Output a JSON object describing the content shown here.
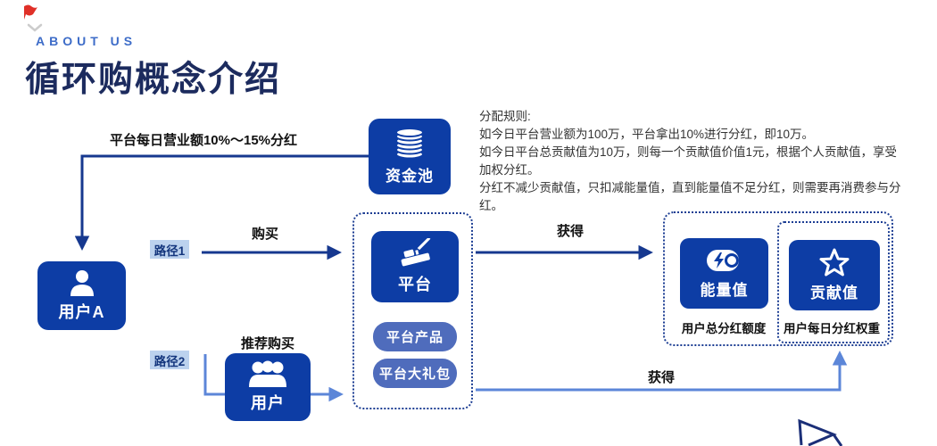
{
  "header": {
    "eyebrow": "ABOUT US",
    "title": "循环购概念介绍"
  },
  "rules": {
    "lines": [
      "分配规则:",
      "如今日平台营业额为100万，平台拿出10%进行分红，即10万。",
      "如今日平台总贡献值为10万，则每一个贡献值价值1元，根据个人贡献值，享受加权分红。",
      "分红不减少贡献值，只扣减能量值，直到能量值不足分红，则需要再消费参与分红。"
    ]
  },
  "nodes": {
    "fund_pool": "资金池",
    "user_a": "用户A",
    "platform": "平台",
    "platform_product": "平台产品",
    "platform_gift_pack": "平台大礼包",
    "users": "用户",
    "energy_value": "能量值",
    "contribution_value": "贡献值"
  },
  "edges": {
    "dividend": "平台每日营业额10%～15%分红",
    "path1": "路径1",
    "path2": "路径2",
    "buy": "购买",
    "referral_buy": "推荐购买",
    "gain_top": "获得",
    "gain_bottom": "获得"
  },
  "captions": {
    "energy": "用户总分红额度",
    "contribution": "用户每日分红权重"
  },
  "colors": {
    "primary_blue": "#0d3da5",
    "pill_blue": "#4f6cbc",
    "badge_bg": "#bcd2ee",
    "arrow_dark": "#16388f",
    "arrow_light": "#5c86d8",
    "title_navy": "#1c2b5e",
    "eyebrow_blue": "#3d6cc8",
    "flag_red": "#e03028"
  }
}
